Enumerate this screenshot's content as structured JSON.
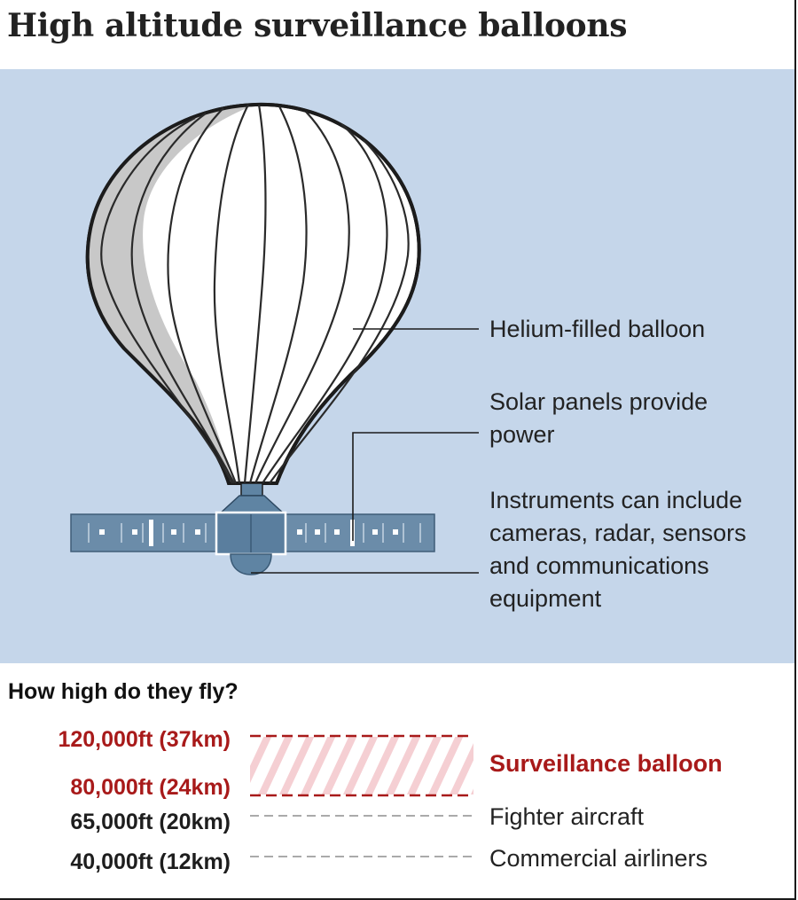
{
  "title": "High altitude surveillance balloons",
  "diagram": {
    "callouts": {
      "helium": "Helium-filled balloon",
      "solar": "Solar panels provide power",
      "instruments": "Instruments can include cameras, radar, sensors and communications equipment"
    }
  },
  "altitude": {
    "heading": "How high do they fly?",
    "levels": {
      "ft120k": "120,000ft (37km)",
      "ft80k": "80,000ft (24km)",
      "ft65k": "65,000ft (20km)",
      "ft40k": "40,000ft (12km)"
    },
    "categories": {
      "surveillance": "Surveillance balloon",
      "fighter": "Fighter aircraft",
      "commercial": "Commercial airliners"
    }
  },
  "colors": {
    "panel_background": "#c5d6ea",
    "accent_red": "#a81a1a",
    "panel_blue": "#5f84a3"
  }
}
